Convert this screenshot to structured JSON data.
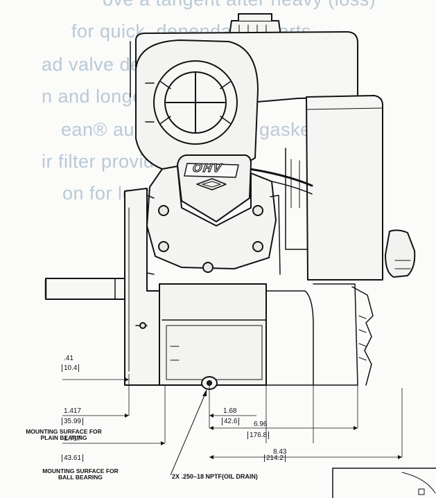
{
  "background_text": [
    "ove a tangent after heavy (loss)",
    "for quick, dependable starts",
    "ad valve design (OHV) for cooler",
    "n and longer valve life",
    "ean® automotive style gaskets",
    "ir filter provides better",
    "on for longer engine life"
  ],
  "engine": {
    "badge": "OHV"
  },
  "dimensions": [
    {
      "in": ".41",
      "mm": "10.4"
    },
    {
      "in": "1.417",
      "mm": "35.99"
    },
    {
      "in": "1.717",
      "mm": "43.61"
    },
    {
      "in": "1.68",
      "mm": "42.6"
    },
    {
      "in": "6.96",
      "mm": "176.8"
    },
    {
      "in": "8.43",
      "mm": "214.2"
    }
  ],
  "labels": {
    "plain_bearing": "MOUNTING SURFACE FOR\nPLAIN BEARING",
    "ball_bearing": "MOUNTING SURFACE FOR\nBALL BEARING",
    "oil_drain": "2X .250–18 NPTF(OIL DRAIN)"
  }
}
